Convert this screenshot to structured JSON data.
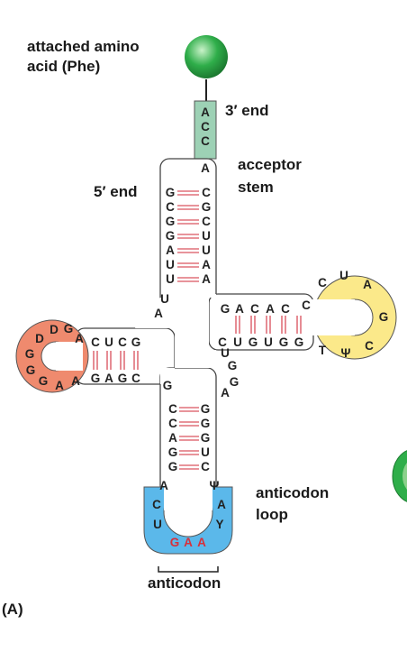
{
  "labels": {
    "amino_line1": "attached amino",
    "amino_line2": "acid (Phe)",
    "three_end": "3′ end",
    "five_end": "5′ end",
    "acceptor_line1": "acceptor",
    "acceptor_line2": "stem",
    "anticodon_loop_line1": "anticodon",
    "anticodon_loop_line2": "loop",
    "anticodon": "anticodon",
    "panel": "(A)"
  },
  "colors": {
    "amino_ball": "#2fae4a",
    "acceptor_box": "#9dd1b5",
    "d_loop": "#ef8a6e",
    "t_loop": "#fbe98a",
    "anticodon_loop": "#5bb8ea",
    "base_pair": "#e0707a",
    "anticodon_bases": "#d8303a"
  },
  "sequence": {
    "acceptor_tail": [
      "A",
      "C",
      "C",
      "A"
    ],
    "acceptor_5": [
      "G",
      "C",
      "G",
      "G",
      "A",
      "U",
      "U"
    ],
    "acceptor_3": [
      "C",
      "G",
      "C",
      "U",
      "U",
      "A",
      "A"
    ],
    "linker_5": [
      "U",
      "A"
    ],
    "d_stem_5": [
      "C",
      "U",
      "C",
      "G"
    ],
    "d_loop": [
      "A",
      "G",
      "D",
      "D",
      "G",
      "G",
      "G",
      "A"
    ],
    "d_stem_3": [
      "G",
      "A",
      "G",
      "C"
    ],
    "linker_d": [
      "G"
    ],
    "ac_stem_5": [
      "C",
      "C",
      "A",
      "G"
    ],
    "ac_loop": [
      "A",
      "C",
      "U",
      "G",
      "A",
      "A",
      "Y",
      "A",
      "Ψ"
    ],
    "ac_stem_3": [
      "C",
      "U",
      "G",
      "G"
    ],
    "var_loop": [
      "A",
      "G",
      "G",
      "U",
      "C"
    ],
    "t_stem_5": [
      "C",
      "U",
      "G",
      "U",
      "G"
    ],
    "t_loop": [
      "T",
      "Ψ",
      "C",
      "G",
      "A",
      "U",
      "C"
    ],
    "t_stem_3": [
      "C",
      "A",
      "C",
      "A",
      "G"
    ]
  }
}
